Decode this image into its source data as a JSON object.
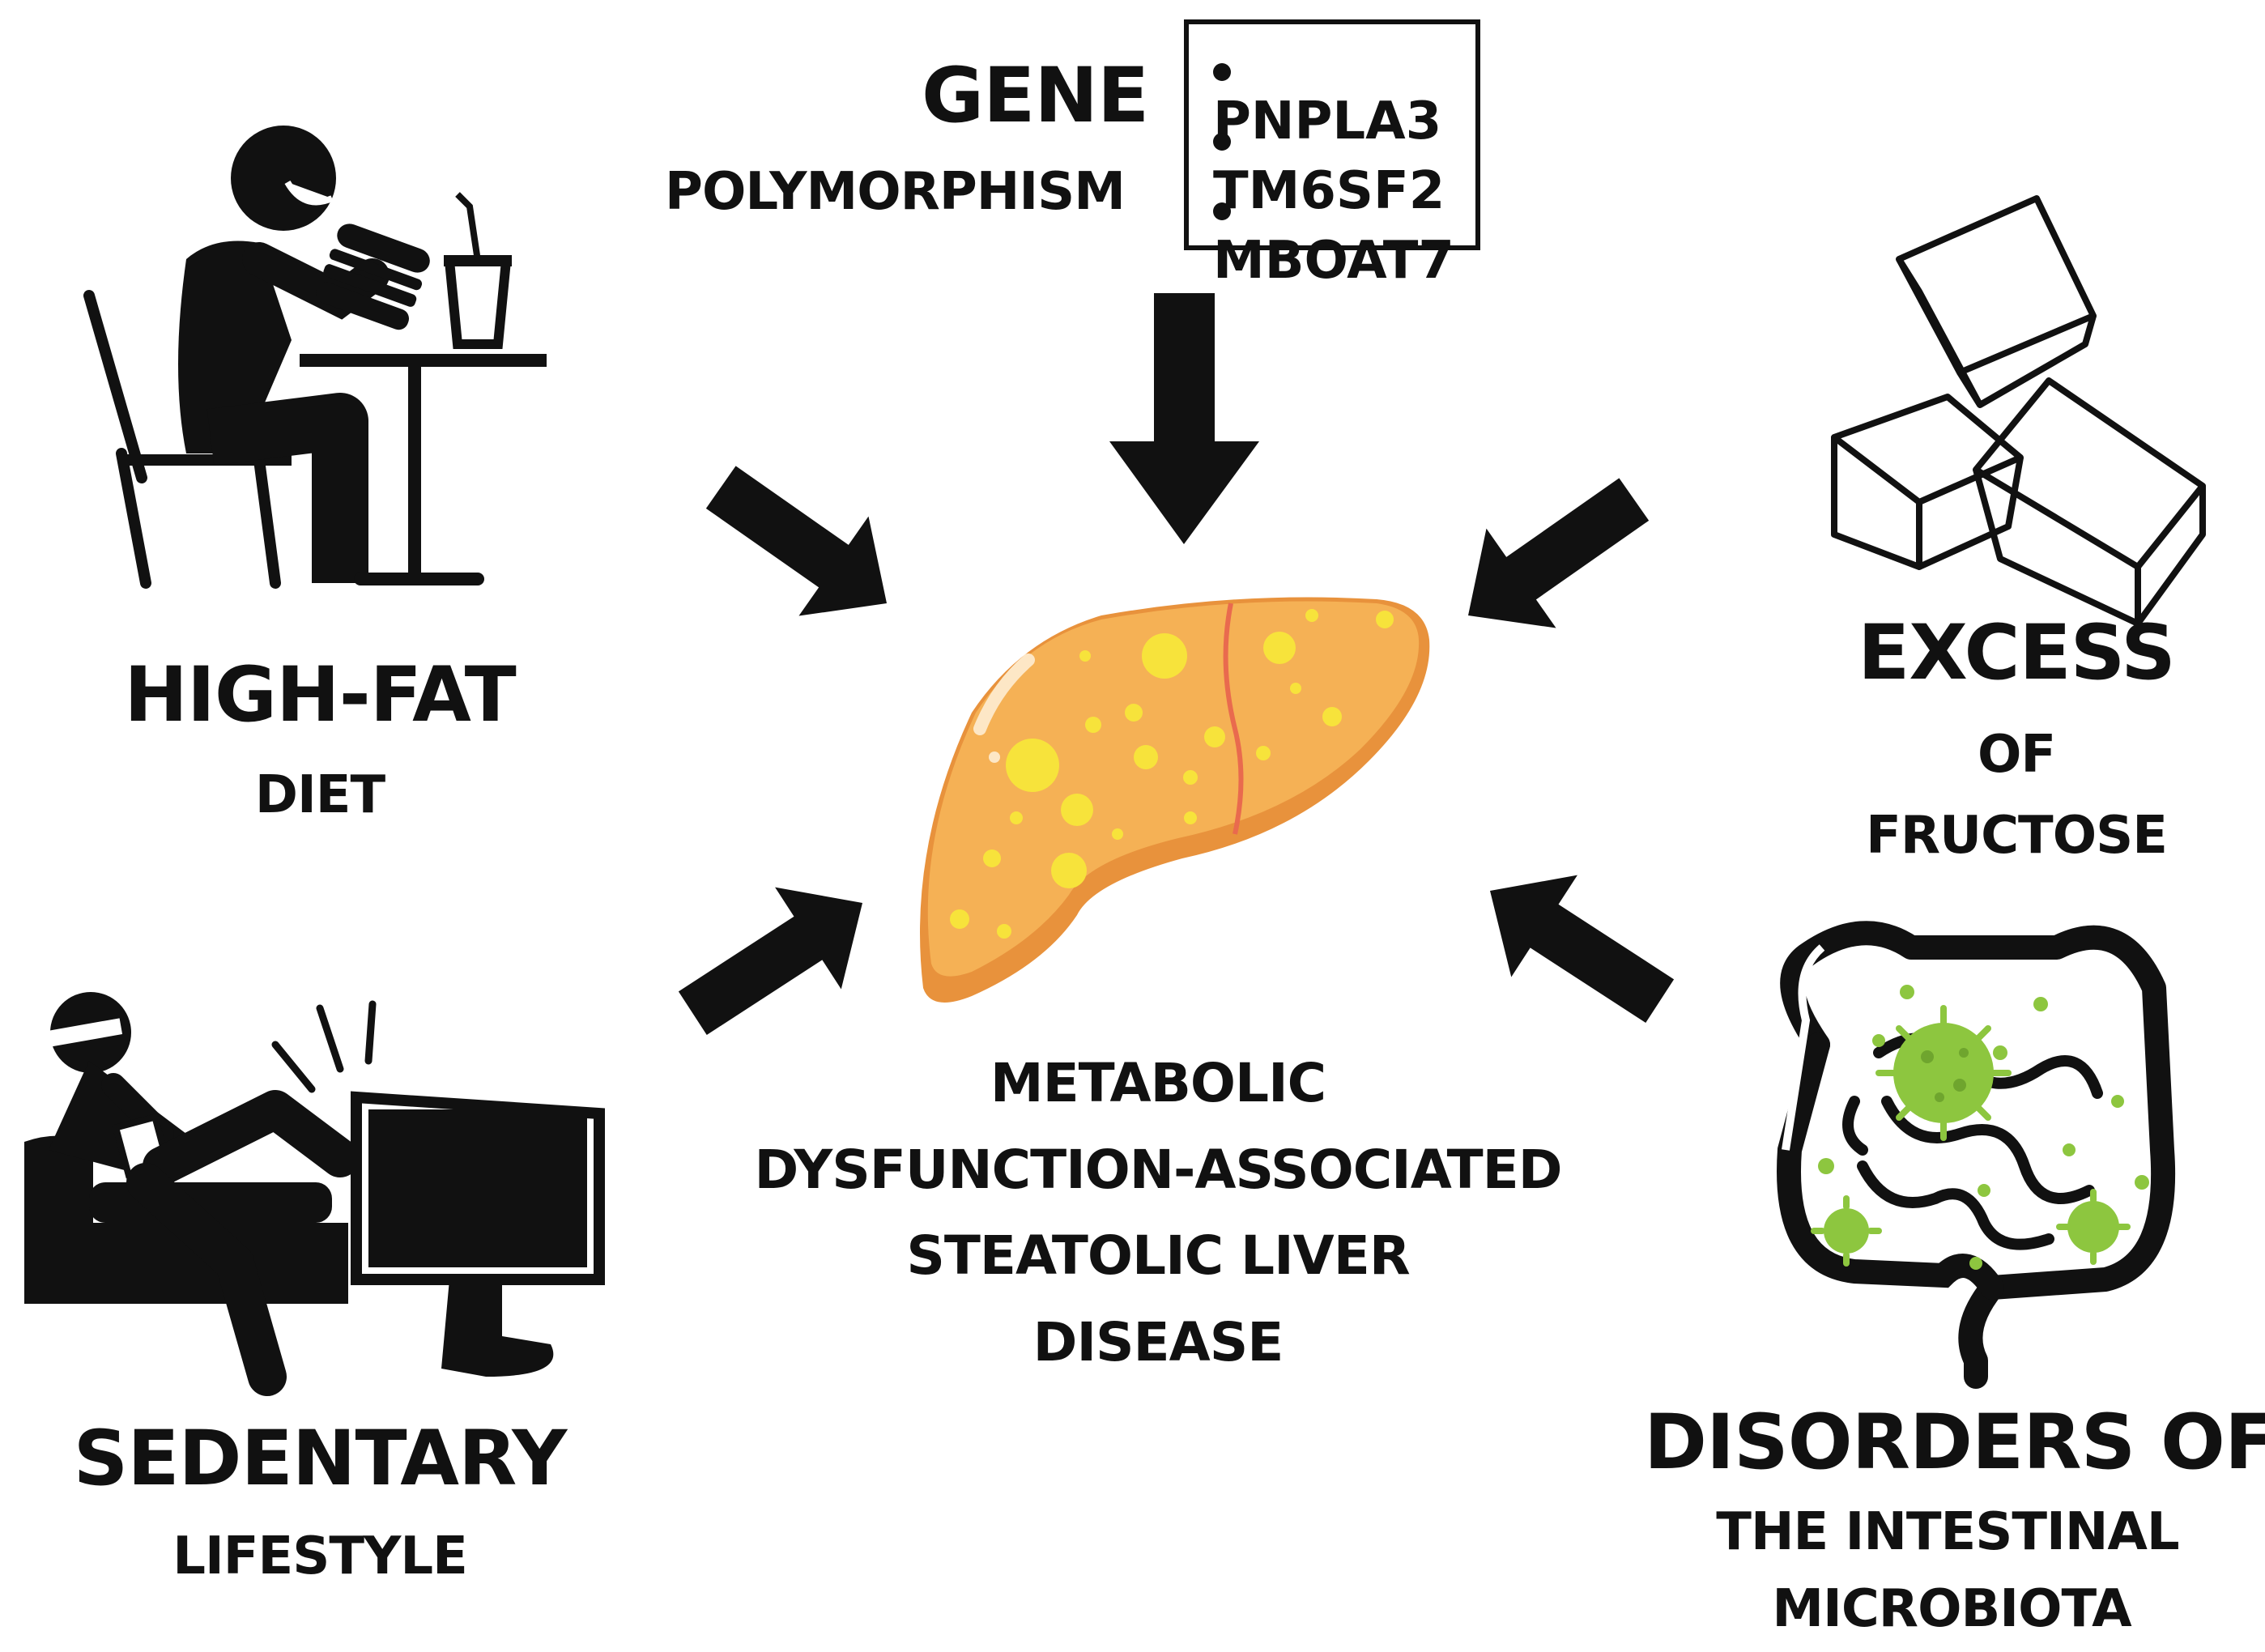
{
  "center": {
    "lines": [
      "METABOLIC",
      "DYSFUNCTION-ASSOCIATED",
      "STEATOLIC LIVER",
      "DISEASE"
    ]
  },
  "factors": {
    "high_fat": {
      "title": "HIGH-FAT",
      "subtitle": "DIET",
      "icon": "person-eating-burger-icon"
    },
    "gene": {
      "title": "GENE",
      "subtitle": "POLYMORPHISM",
      "variants": [
        "PNPLA3",
        "TM6SF2",
        "MBOAT7"
      ]
    },
    "fructose": {
      "title": "EXCESS",
      "line2": "OF",
      "line3": "FRUCTOSE",
      "icon": "sugar-cubes-icon"
    },
    "sedentary": {
      "title": "SEDENTARY",
      "subtitle": "LIFESTYLE",
      "icon": "person-watching-tv-icon"
    },
    "microbiota": {
      "title": "DISORDERS OF",
      "line2": "THE INTESTINAL",
      "line3": "MICROBIOTA",
      "icon": "intestine-bacteria-icon"
    }
  },
  "colors": {
    "liver": "#F5B155",
    "liver_shadow": "#E8923C",
    "fat_droplets": "#F7E33B",
    "liver_lobe_line": "#E96A4E",
    "bacteria": "#8DC63F",
    "ink": "#111111"
  }
}
